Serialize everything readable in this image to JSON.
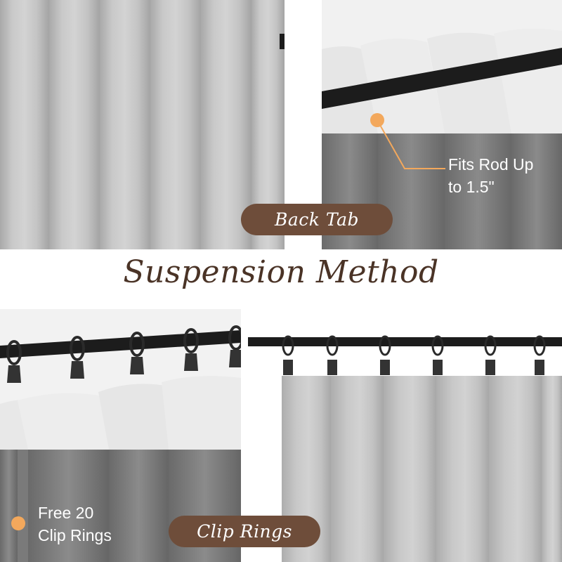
{
  "labels": {
    "back_tab": "Back Tab",
    "headline": "Suspension Method",
    "clip_rings": "Clip Rings"
  },
  "callouts": {
    "rod_line1": "Fits Rod Up",
    "rod_line2": "to 1.5\"",
    "clip_line1": "Free 20",
    "clip_line2": "Clip Rings"
  },
  "colors": {
    "pill_background": "#6e4d3a",
    "headline_text": "#4a3326",
    "callout_dot": "#f3a85c",
    "curtain_gray": "#bdbdbd",
    "curtain_dark": "#7a7a7a",
    "header_tape": "#ececec",
    "rod": "#1c1c1c"
  }
}
